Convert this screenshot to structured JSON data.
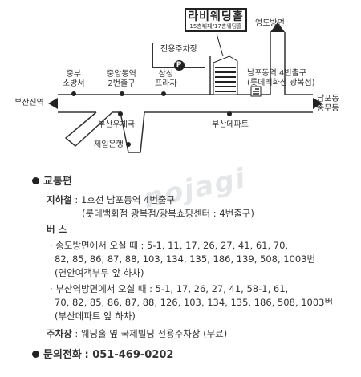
{
  "map": {
    "venue": {
      "name": "라비웨딩홀",
      "sub": "15층뷔페/17층웨딩홀"
    },
    "parking": {
      "label": "전용주차장",
      "icon_text": "P"
    },
    "labels": {
      "yeongdo": "영도방면",
      "nampo_exit": [
        "남포동역 4번출구",
        "(롯데백화점 광복점)"
      ],
      "nampo_dong": [
        "남포동",
        "충무동"
      ],
      "busan_station": "부산진역",
      "fire_station": [
        "중부",
        "소방서"
      ],
      "jungang_exit": [
        "중앙동역",
        "2번출구"
      ],
      "samsung_plaza": [
        "삼성",
        "프라자"
      ],
      "post_office": "부산우체국",
      "jeil_bank": "제일은행",
      "busan_depart": "부산데파트"
    }
  },
  "watermark": "nojagi",
  "info": {
    "transport_title": "교통편",
    "subway_key": "지하철",
    "subway_line1": "1호선 남포동역 4번출구",
    "subway_line2": "(롯데백화점 광복점/광복쇼핑센터 : 4번출구)",
    "bus_key": "버   스",
    "bus_songdo_1": "· 송도방면에서 오실 때 : 5-1, 11, 17, 26, 27, 41, 61, 70,",
    "bus_songdo_2": "82, 85, 86, 87, 88, 103, 134, 135, 186, 139, 508, 1003번",
    "bus_songdo_3": "(연안여객부두 앞 하차)",
    "bus_busan_1": "· 부산역방면에서 오실 때 : 5-1, 17, 26, 27, 41, 58-1, 61,",
    "bus_busan_2": "70, 82, 85, 86, 87, 88, 126, 103, 134, 135, 186, 508, 1003번",
    "bus_busan_3": "(부산데파트 앞 하차)",
    "parking_key": "주차장",
    "parking_text": ": 웨딩홀 옆 국제빌딩 전용주차장 (무료)",
    "phone_title": "문의전화",
    "phone": ": 051-469-0202"
  }
}
